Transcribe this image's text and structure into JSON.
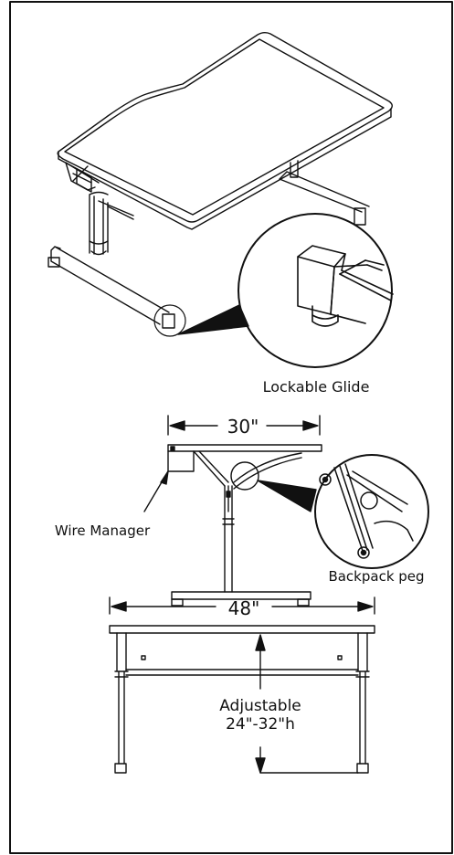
{
  "labels": {
    "glide": "Lockable Glide",
    "width": "30\"",
    "wire": "Wire Manager",
    "peg": "Backpack peg",
    "length": "48\"",
    "adjust_1": "Adjustable",
    "adjust_2": "24\"-32\"h"
  }
}
